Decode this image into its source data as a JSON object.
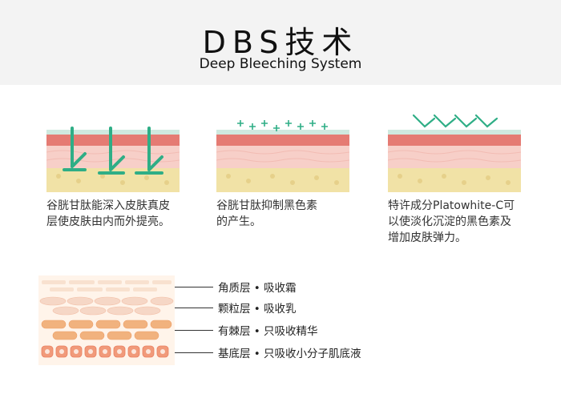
{
  "header": {
    "title": "DBS技术",
    "subtitle": "Deep Bleeching System"
  },
  "panels": [
    {
      "caption_line1": "谷胱甘肽能深入皮肤真皮",
      "caption_line2": "层使皮肤由内而外提亮。",
      "icon": "arrow-down-right-icon"
    },
    {
      "caption_line1": "谷胱甘肽抑制黑色素",
      "caption_line2": "的产生。",
      "icon": "sparkle-plus-icon"
    },
    {
      "caption_line1": "特许成分Platowhite-C可",
      "caption_line2": "以使淡化沉淀的黑色素及",
      "caption_line3": "增加皮肤弹力。",
      "icon": "double-chevron-arrow-icon"
    }
  ],
  "legend": [
    {
      "label": "角质层 • 吸收霜"
    },
    {
      "label": "颗粒层 • 吸收乳"
    },
    {
      "label": "有棘层 • 只吸收精华"
    },
    {
      "label": "基底层 • 只吸收小分子肌底液"
    }
  ],
  "colors": {
    "arrow_green": "#2fae86",
    "skin_pink": "#f4b7b1",
    "skin_red": "#e57b73",
    "dermis_yellow": "#f1e2a6",
    "layer_orange": "#f1b27e"
  }
}
